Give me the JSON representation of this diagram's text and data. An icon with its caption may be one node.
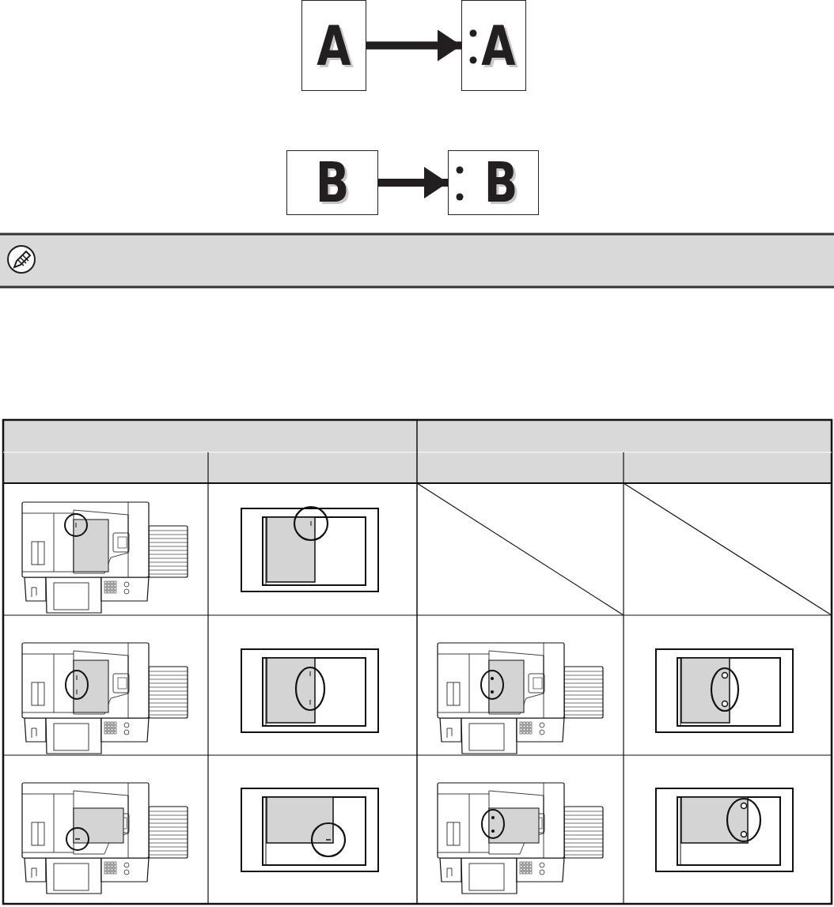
{
  "diagram": {
    "nodes": [
      {
        "text": [
          "A"
        ]
      },
      {
        "text": [
          "A"
        ]
      },
      {
        "text": [
          "B"
        ]
      },
      {
        "text": [
          "B"
        ]
      }
    ],
    "edges": [
      {
        "from": 0,
        "to": 1,
        "arrow": "to"
      },
      {
        "from": 2,
        "to": 3,
        "arrow": "to"
      }
    ]
  }
}
